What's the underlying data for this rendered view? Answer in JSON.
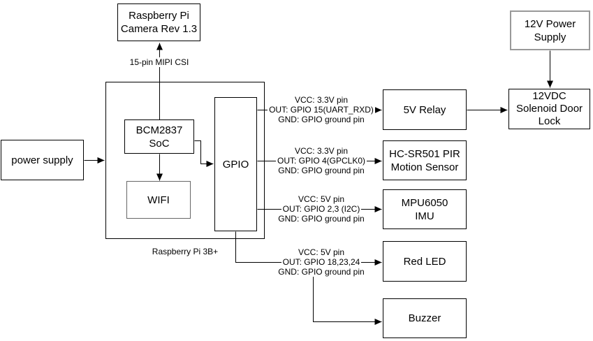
{
  "diagram": {
    "nodes": {
      "camera": {
        "label": "Raspberry Pi\nCamera Rev 1.3"
      },
      "power_supply": {
        "label": "power supply"
      },
      "soc": {
        "label": "BCM2837 SoC"
      },
      "wifi": {
        "label": "WIFI"
      },
      "gpio": {
        "label": "GPIO"
      },
      "rpi_caption": {
        "label": "Raspberry Pi 3B+"
      },
      "relay": {
        "label": "5V Relay"
      },
      "pir": {
        "label": "HC-SR501 PIR\nMotion Sensor"
      },
      "imu": {
        "label": "MPU6050\nIMU"
      },
      "led": {
        "label": "Red LED"
      },
      "buzzer": {
        "label": "Buzzer"
      },
      "psu12v": {
        "label": "12V Power\nSupply"
      },
      "lock": {
        "label": "12VDC\nSolenoid Door\nLock"
      }
    },
    "edges": {
      "csi": {
        "label": "15-pin MIPI CSI"
      },
      "relay_conn": {
        "vcc": "VCC: 3.3V pin",
        "out": "OUT: GPIO 15(UART_RXD)",
        "gnd": "GND: GPIO ground pin"
      },
      "pir_conn": {
        "vcc": "VCC: 3.3V pin",
        "out": "OUT: GPIO 4(GPCLK0)",
        "gnd": "GND: GPIO ground pin"
      },
      "imu_conn": {
        "vcc": "VCC: 5V pin",
        "out": "OUT: GPIO 2,3 (I2C)",
        "gnd": "GND: GPIO ground pin"
      },
      "led_conn": {
        "vcc": "VCC: 5V pin",
        "out": "OUT: GPIO 18,23,24",
        "gnd": "GND: GPIO ground pin"
      }
    },
    "colors": {
      "line": "#000000",
      "box_border": "#000000",
      "gray_box_border": "#999999",
      "background": "#ffffff",
      "text": "#000000"
    }
  }
}
